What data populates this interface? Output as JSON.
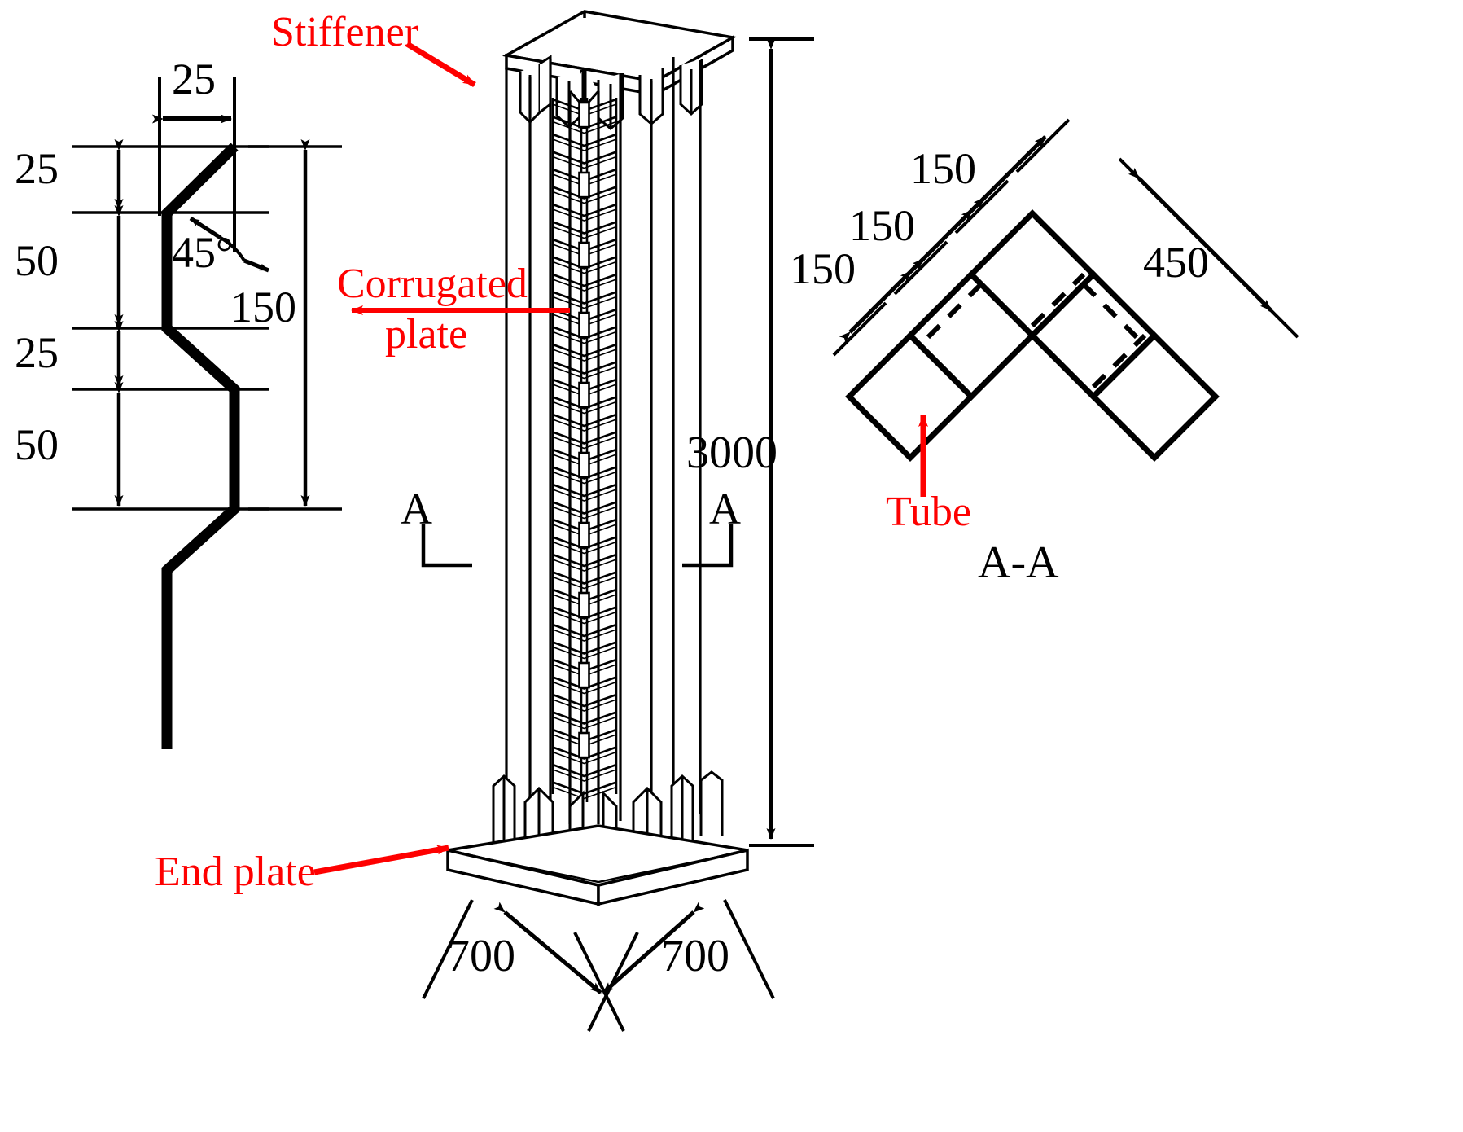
{
  "figure": {
    "type": "engineering-drawing",
    "title": "Corrugated plate L-shaped tube column",
    "units": "mm"
  },
  "corrugation_profile": {
    "name": "corrugation-profile-section",
    "dimensions": {
      "top_fold": "25",
      "flat_upper": "50",
      "mid_fold": "25",
      "flat_lower": "50",
      "width_top": "25",
      "angle": "45°",
      "overall_height": "150"
    }
  },
  "elevation": {
    "name": "column-elevation",
    "labels": {
      "stiffener": "Stiffener",
      "corrugated_plate_line1": "Corrugated",
      "corrugated_plate_line2": "plate",
      "end_plate": "End plate"
    },
    "dimensions": {
      "height": "3000",
      "base_left": "700",
      "base_right": "700"
    },
    "section_marks": {
      "left": "A",
      "right": "A"
    }
  },
  "section_aa": {
    "name": "section-a-a",
    "caption": "A-A",
    "labels": {
      "tube": "Tube"
    },
    "dimensions": {
      "d1": "150",
      "d2": "150",
      "d3": "150",
      "leg_length": "450"
    }
  },
  "colors": {
    "line": "#000000",
    "annotation": "#FE0000",
    "background": "#FFFFFF"
  }
}
